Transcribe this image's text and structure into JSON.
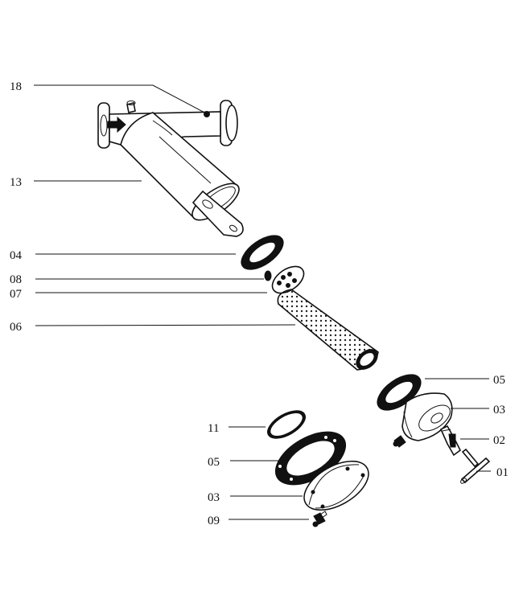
{
  "diagram": {
    "callouts": [
      {
        "id": "c18",
        "label": "18"
      },
      {
        "id": "c13",
        "label": "13"
      },
      {
        "id": "c04",
        "label": "04"
      },
      {
        "id": "c08",
        "label": "08"
      },
      {
        "id": "c07",
        "label": "07"
      },
      {
        "id": "c06",
        "label": "06"
      },
      {
        "id": "c05r",
        "label": "05"
      },
      {
        "id": "c03r",
        "label": "03"
      },
      {
        "id": "c02",
        "label": "02"
      },
      {
        "id": "c01",
        "label": "01"
      },
      {
        "id": "c11",
        "label": "11"
      },
      {
        "id": "c05l",
        "label": "05"
      },
      {
        "id": "c03l",
        "label": "03"
      },
      {
        "id": "c09",
        "label": "09"
      }
    ]
  }
}
